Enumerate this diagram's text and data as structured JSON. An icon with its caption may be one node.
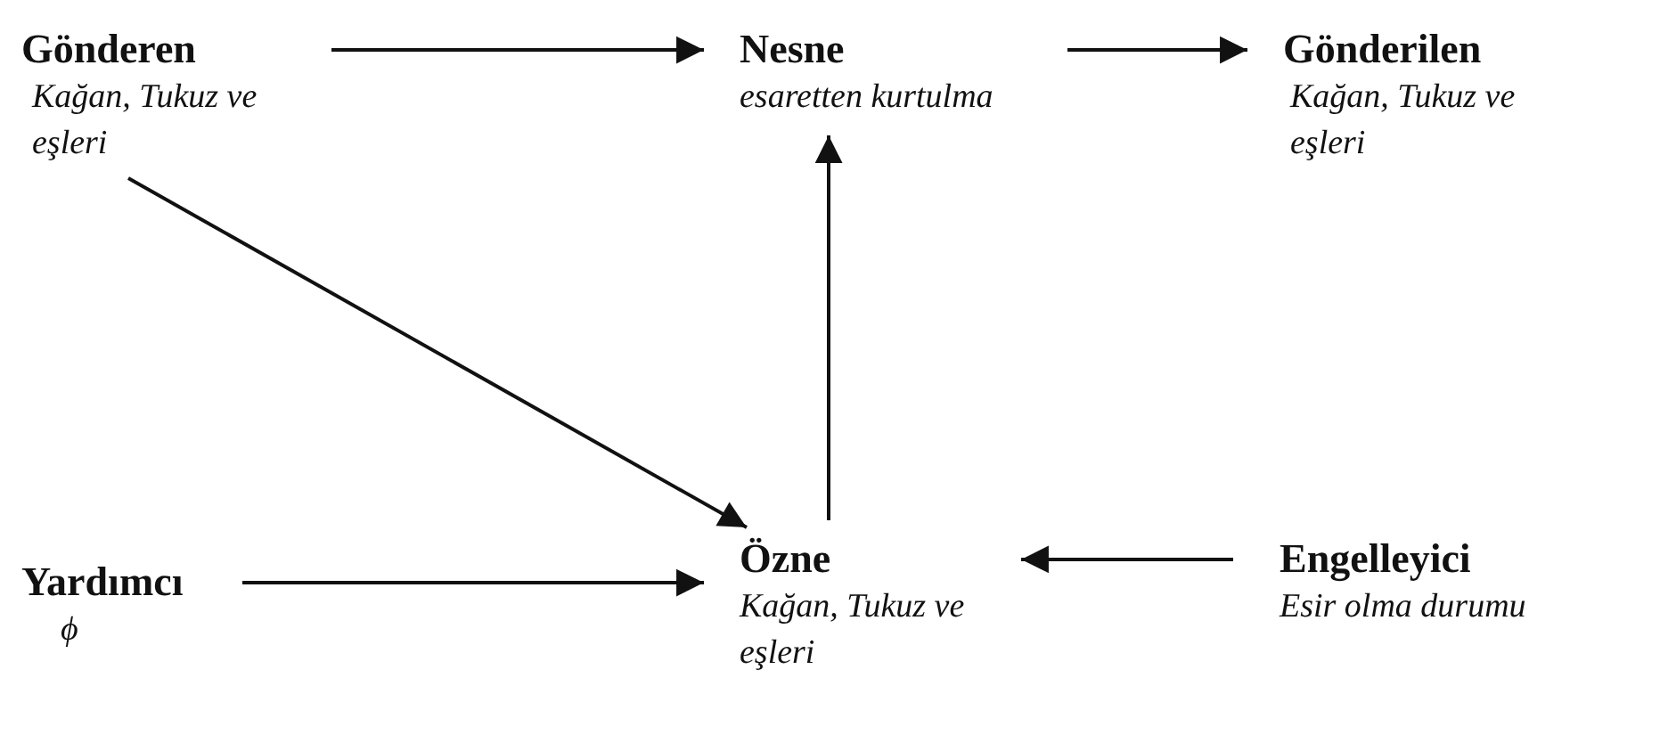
{
  "diagram": {
    "nodes": [
      {
        "text": [
          "Gönderen",
          "Kağan, Tukuz ve eşleri"
        ]
      },
      {
        "text": [
          "Nesne",
          "esaretten kurtulma"
        ]
      },
      {
        "text": [
          "Gönderilen",
          "Kağan, Tukuz ve eşleri"
        ]
      },
      {
        "text": [
          "Yardımcı",
          "ϕ"
        ]
      },
      {
        "text": [
          "Özne",
          "Kağan, Tukuz ve eşleri"
        ]
      },
      {
        "text": [
          "Engelleyici",
          "Esir olma durumu"
        ]
      }
    ],
    "edges": [
      {
        "from": 0,
        "to": 1,
        "arrow": "to"
      },
      {
        "from": 1,
        "to": 2,
        "arrow": "to"
      },
      {
        "from": 0,
        "to": 4,
        "arrow": "to"
      },
      {
        "from": 4,
        "to": 1,
        "arrow": "to"
      },
      {
        "from": 3,
        "to": 4,
        "arrow": "to"
      },
      {
        "from": 5,
        "to": 4,
        "arrow": "to"
      }
    ]
  }
}
